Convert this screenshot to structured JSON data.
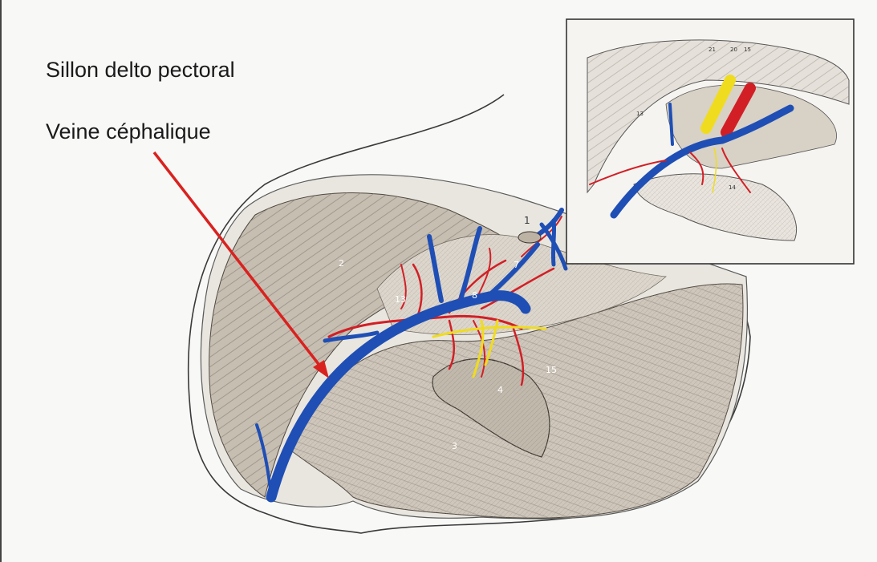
{
  "labels": {
    "sulcus": "Sillon delto pectoral",
    "vein": "Veine céphalique"
  },
  "main_figure_numbers": [
    "1",
    "2",
    "3",
    "4",
    "7",
    "8",
    "13",
    "15"
  ],
  "inset_figure_numbers": [
    "21",
    "20",
    "15",
    "13",
    "14"
  ],
  "colors": {
    "vein": "#1f4fb5",
    "artery": "#d21f26",
    "nerve": "#f0dc1e",
    "muscle": "#c9c0b4",
    "arrow": "#d9221f"
  }
}
